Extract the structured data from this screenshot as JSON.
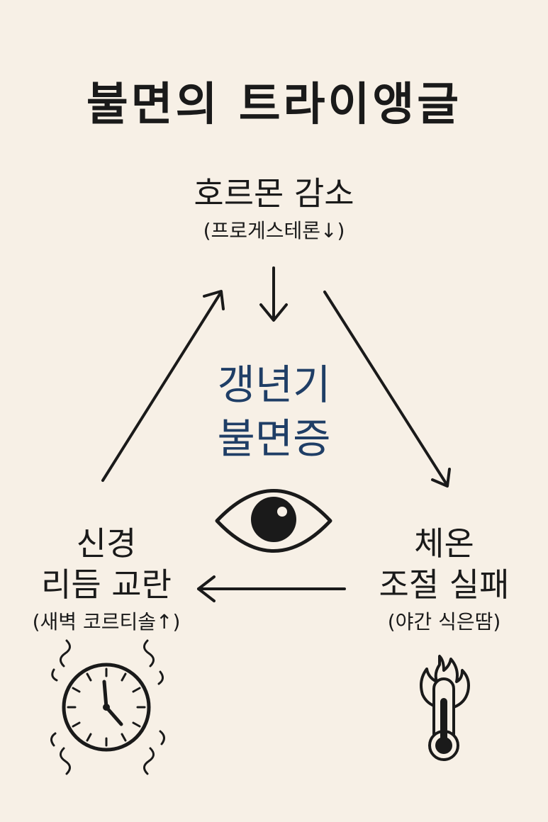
{
  "title": "불면의 트라이앵글",
  "top_node": {
    "title": "호르몬 감소",
    "subtitle": "(프로게스테론↓)"
  },
  "center": {
    "line1": "갱년기",
    "line2": "불면증",
    "icon": "eye-icon"
  },
  "left_node": {
    "line1": "신경",
    "line2": "리듬 교란",
    "subtitle": "(새벽 코르티솔↑)",
    "icon": "clock-icon"
  },
  "right_node": {
    "line1": "체온",
    "line2": "조절 실패",
    "subtitle": "(야간 식은땀)",
    "icon": "thermometer-flame-icon"
  },
  "colors": {
    "background": "#f7f0e6",
    "ink": "#1a1a1a",
    "center_text": "#1f3e66"
  }
}
